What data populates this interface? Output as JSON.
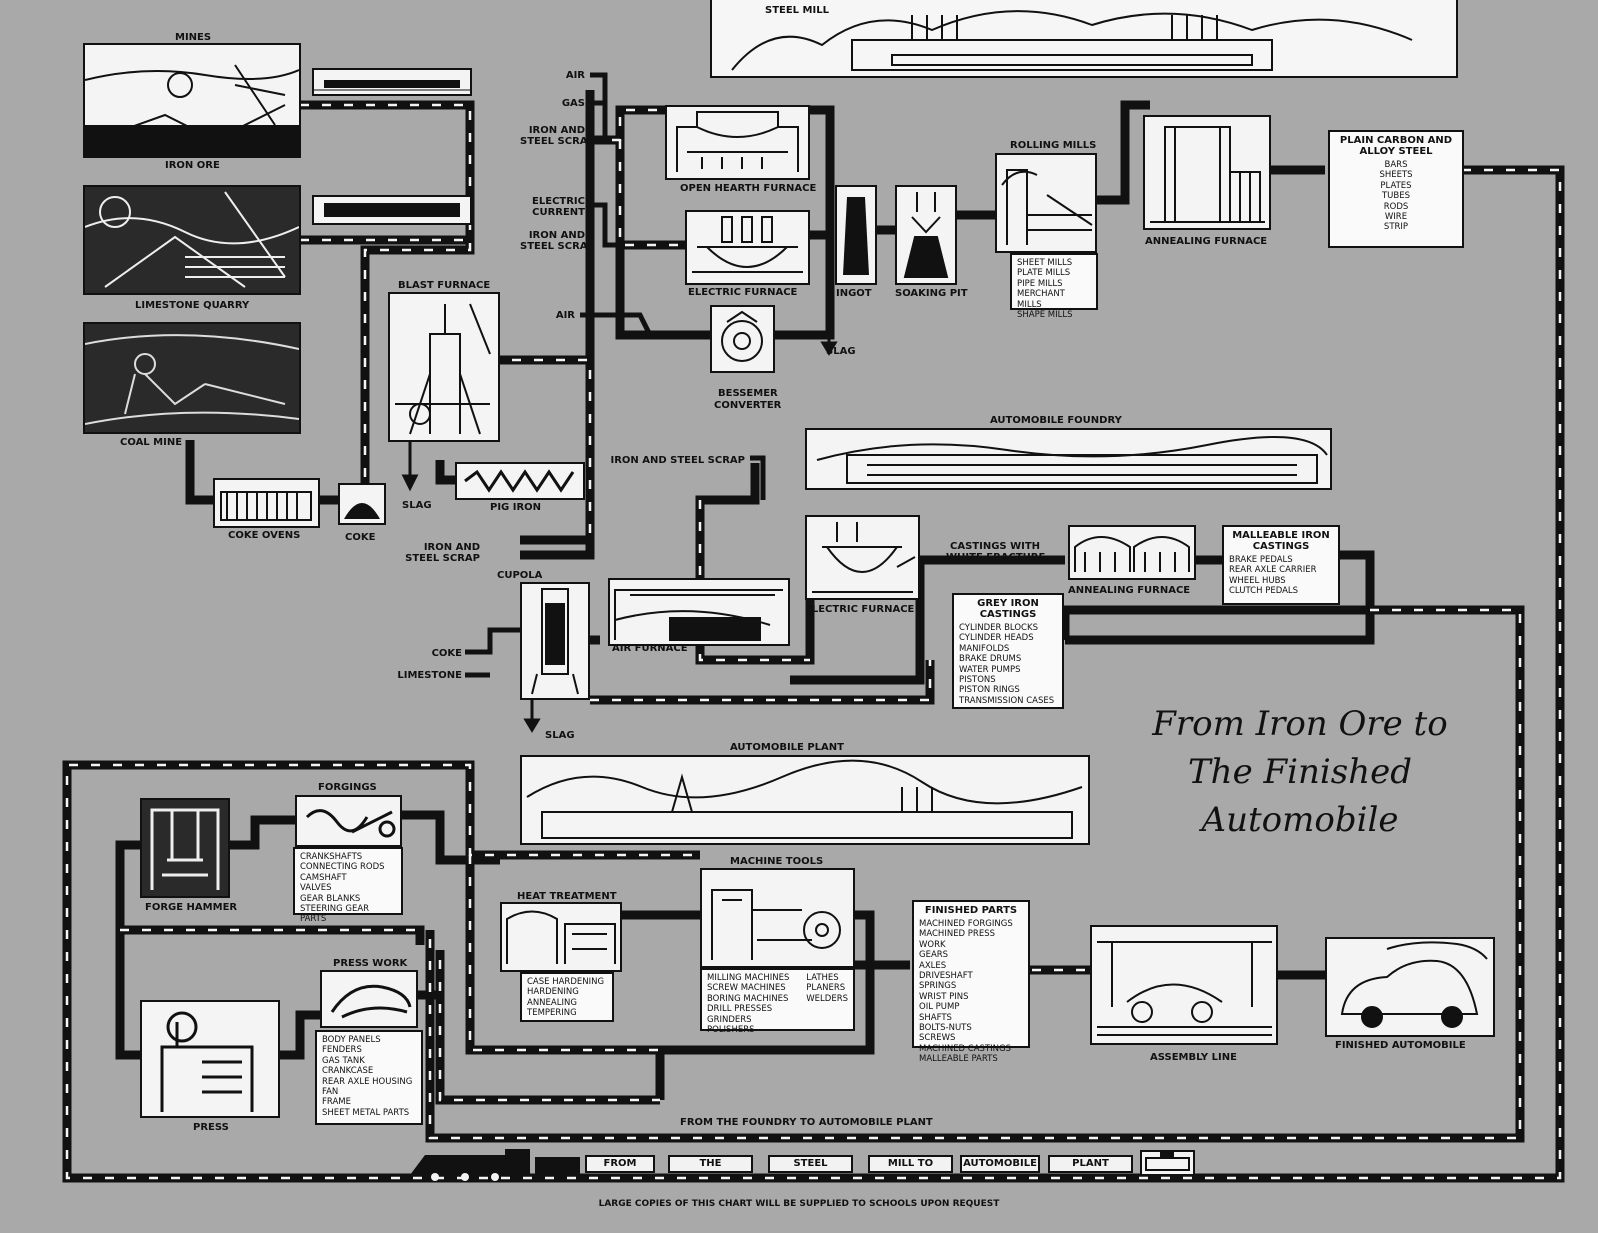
{
  "title": {
    "line1": "From Iron Ore to",
    "line2": "The Finished",
    "line3": "Automobile"
  },
  "footer": "LARGE COPIES OF THIS CHART WILL BE SUPPLIED TO SCHOOLS UPON REQUEST",
  "sections": {
    "steel_mill": "STEEL MILL",
    "automobile_foundry": "AUTOMOBILE FOUNDRY",
    "automobile_plant": "AUTOMOBILE PLANT"
  },
  "stations": {
    "mines": "MINES",
    "iron_ore": "IRON ORE",
    "limestone_quarry": "LIMESTONE QUARRY",
    "coal_mine": "COAL MINE",
    "coke_ovens": "COKE OVENS",
    "coke": "COKE",
    "blast_furnace": "BLAST FURNACE",
    "slag": "SLAG",
    "pig_iron": "PIG IRON",
    "open_hearth": "OPEN HEARTH FURNACE",
    "electric_furnace": "ELECTRIC FURNACE",
    "bessemer": "BESSEMER",
    "converter": "CONVERTER",
    "ingot": "INGOT",
    "soaking_pit": "SOAKING PIT",
    "rolling_mills": "ROLLING MILLS",
    "annealing_furnace": "ANNEALING FURNACE",
    "cupola": "CUPOLA",
    "air_furnace": "AIR FURNACE",
    "castings_white_1": "CASTINGS WITH",
    "castings_white_2": "WHITE FRACTURE",
    "forgings": "FORGINGS",
    "forge_hammer": "FORGE HAMMER",
    "press_work": "PRESS WORK",
    "press": "PRESS",
    "heat_treatment": "HEAT TREATMENT",
    "machine_tools": "MACHINE TOOLS",
    "assembly_line": "ASSEMBLY LINE",
    "finished_automobile": "FINISHED AUTOMOBILE",
    "foundry_to_plant": "FROM THE FOUNDRY TO AUTOMOBILE PLANT"
  },
  "inputs": {
    "air": "AIR",
    "gas": "GAS",
    "iron_and": "IRON AND",
    "steel_scrap": "STEEL SCRAP",
    "electric": "ELECTRIC",
    "current": "CURRENT",
    "iron_and_steel_scrap": "IRON AND STEEL SCRAP",
    "coke": "COKE",
    "limestone": "LIMESTONE"
  },
  "boxes": {
    "rolling_mills_list": [
      "SHEET MILLS",
      "PLATE MILLS",
      "PIPE MILLS",
      "MERCHANT MILLS",
      "SHAPE MILLS"
    ],
    "plain_carbon": {
      "heading": "PLAIN CARBON AND ALLOY STEEL",
      "items": [
        "BARS",
        "SHEETS",
        "PLATES",
        "TUBES",
        "RODS",
        "WIRE",
        "STRIP"
      ]
    },
    "malleable": {
      "heading": "MALLEABLE IRON CASTINGS",
      "items": [
        "BRAKE PEDALS",
        "REAR AXLE CARRIER",
        "WHEEL HUBS",
        "CLUTCH PEDALS"
      ]
    },
    "grey_iron": {
      "heading": "GREY IRON CASTINGS",
      "items": [
        "CYLINDER BLOCKS",
        "CYLINDER HEADS",
        "MANIFOLDS",
        "BRAKE DRUMS",
        "WATER PUMPS",
        "PISTONS",
        "PISTON RINGS",
        "TRANSMISSION CASES"
      ]
    },
    "forgings_list": [
      "CRANKSHAFTS",
      "CONNECTING RODS",
      "CAMSHAFT",
      "VALVES",
      "GEAR BLANKS",
      "STEERING GEAR PARTS"
    ],
    "press_list": [
      "BODY PANELS",
      "FENDERS",
      "GAS TANK",
      "CRANKCASE",
      "REAR AXLE HOUSING",
      "FAN",
      "FRAME",
      "SHEET METAL PARTS"
    ],
    "heat_list": [
      "CASE HARDENING",
      "HARDENING",
      "ANNEALING",
      "TEMPERING"
    ],
    "machine_list_a": [
      "MILLING MACHINES",
      "SCREW MACHINES",
      "BORING MACHINES",
      "DRILL PRESSES",
      "GRINDERS",
      "POLISHERS"
    ],
    "machine_list_b": [
      "LATHES",
      "PLANERS",
      "WELDERS"
    ],
    "finished_parts": {
      "heading": "FINISHED PARTS",
      "items": [
        "MACHINED FORGINGS",
        "MACHINED PRESS WORK",
        "GEARS",
        "AXLES",
        "DRIVESHAFT",
        "SPRINGS",
        "WRIST PINS",
        "OIL PUMP",
        "SHAFTS",
        "BOLTS-NUTS",
        "SCREWS",
        "MACHINED CASTINGS",
        "MALLEABLE PARTS"
      ]
    }
  },
  "train": [
    "FROM",
    "THE",
    "STEEL",
    "MILL TO",
    "AUTOMOBILE",
    "PLANT"
  ]
}
